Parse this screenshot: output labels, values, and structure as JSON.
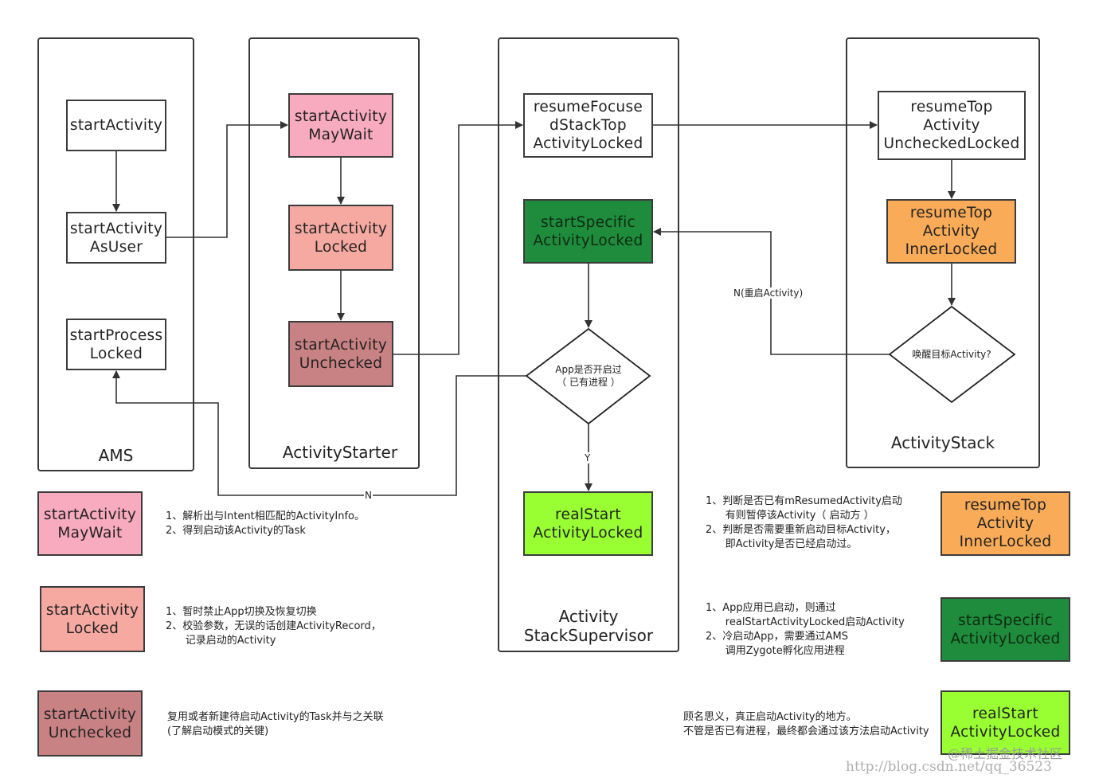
{
  "colors": {
    "pink": "#f8aabf",
    "salmon": "#f6a9a1",
    "rose": "#c98284",
    "orange": "#f9ab57",
    "dark_green": "#1e8c3c",
    "lime": "#99ff33",
    "white": "#ffffff",
    "line": "#333333"
  },
  "lanes": {
    "ams": "AMS",
    "starter": "ActivityStarter",
    "supervisor": "Activity\nStackSupervisor",
    "stack": "ActivityStack"
  },
  "nodes": {
    "start_activity": "startActivity",
    "start_activity_as_user": "startActivity\nAsUser",
    "start_process_locked": "startProcess\nLocked",
    "start_activity_may_wait": "startActivity\nMayWait",
    "start_activity_locked": "startActivity\nLocked",
    "start_activity_unchecked": "startActivity\nUnchecked",
    "resume_focused_stack_top": "resumeFocuse\ndStackTop\nActivityLocked",
    "start_specific_activity_locked": "startSpecific\nActivityLocked",
    "app_started_decision": "App是否开启过\n（ 已有进程 ）",
    "real_start_activity_locked": "realStart\nActivityLocked",
    "resume_top_unchecked_locked": "resumeTop\nActivity\nUncheckedLocked",
    "resume_top_inner_locked": "resumeTop\nActivity\nInnerLocked",
    "wake_target_decision": "唤醒目标Activity?"
  },
  "edge_labels": {
    "no_restart": "N(重启Activity)",
    "yes": "Y",
    "no": "N"
  },
  "legend": {
    "may_wait": {
      "box": "startActivity\nMayWait",
      "note": "1、解析出与Intent相匹配的ActivityInfo。\n2、得到启动该Activity的Task"
    },
    "locked": {
      "box": "startActivity\nLocked",
      "note": "1、暂时禁止App切换及恢复切换\n2、校验参数，无误的话创建ActivityRecord，\n      记录启动的Activity"
    },
    "unchecked": {
      "box": "startActivity\nUnchecked",
      "note": "复用或者新建待启动Activity的Task并与之关联\n(了解启动模式的关键)"
    },
    "inner_locked": {
      "box": "resumeTop\nActivity\nInnerLocked",
      "note": "1、判断是否已有mResumedActivity启动\n      有则暂停该Activity（ 启动方 ）\n2、判断是否需要重新启动目标Activity，\n      即Activity是否已经启动过。"
    },
    "specific_locked": {
      "box": "startSpecific\nActivityLocked",
      "note": "1、App应用已启动，则通过\n      realStartActivityLocked启动Activity\n2、冷启动App，需要通过AMS\n      调用Zygote孵化应用进程"
    },
    "real_start": {
      "box": "realStart\nActivityLocked",
      "note": "顾名思义，真正启动Activity的地方。\n不管是否已有进程，最终都会通过该方法启动Activity"
    }
  },
  "watermark": {
    "community": "@稀土掘金技术社区",
    "url": "http://blog.csdn.net/qq_36523"
  }
}
